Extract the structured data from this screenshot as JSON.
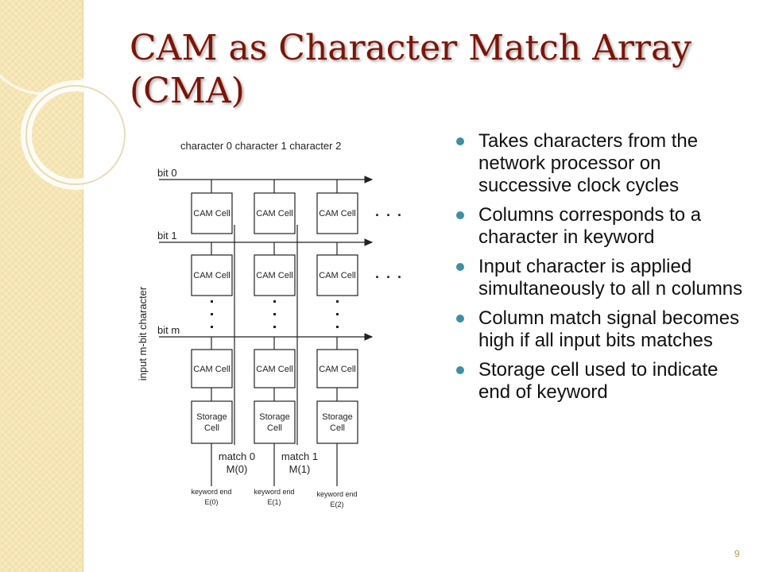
{
  "slide": {
    "title": "CAM as Character Match Array (CMA)",
    "page_number": "9",
    "accent_color": "#3f8fa3",
    "title_color": "#7a1506"
  },
  "diagram": {
    "column_header": "character 0  character 1 character 2",
    "side_label": "input m-bit character",
    "bit_labels": [
      "bit 0",
      "bit 1",
      "bit m"
    ],
    "cam_cell_label": "CAM Cell",
    "storage_cell_lines": [
      "Storage",
      "Cell"
    ],
    "ellipsis": ". . .",
    "match_labels": [
      {
        "name": "match 0",
        "signal": "M(0)"
      },
      {
        "name": "match 1",
        "signal": "M(1)"
      }
    ],
    "keyword_end_label": "keyword end",
    "keyword_end_signals": [
      "E(0)",
      "E(1)",
      "E(2)"
    ]
  },
  "bullets": [
    "Takes characters from the network processor on successive clock cycles",
    "Columns corresponds to a character in keyword",
    "Input character is applied simultaneously to all n columns",
    "Column match signal becomes high if all input bits matches",
    "Storage cell used to indicate end of keyword"
  ]
}
